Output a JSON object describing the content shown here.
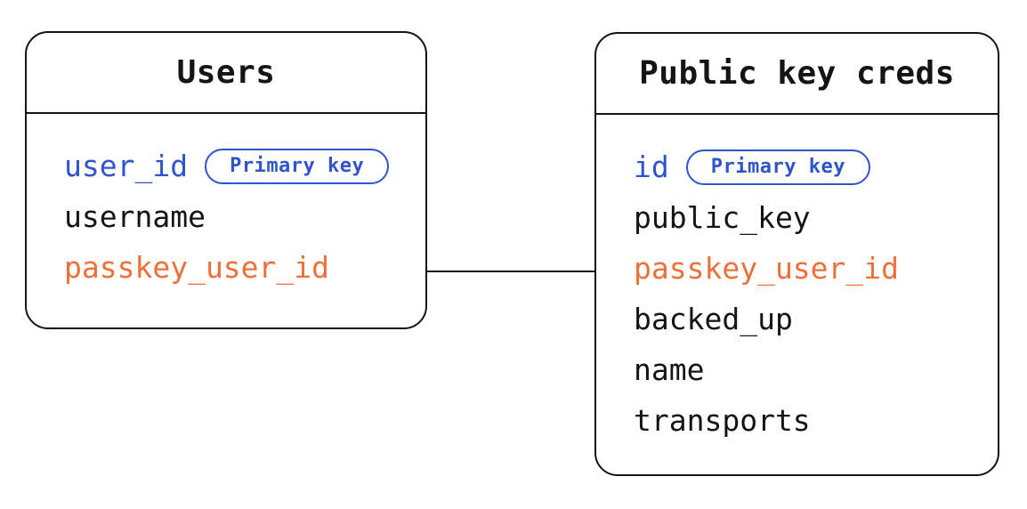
{
  "colors": {
    "ink": "#141414",
    "blue": "#2f54cb",
    "orange": "#ed7038",
    "bg": "#ffffff"
  },
  "tables": [
    {
      "title": "Users",
      "fields": [
        {
          "name": "user_id",
          "badge": "Primary key",
          "color": "blue"
        },
        {
          "name": "username",
          "color": "black"
        },
        {
          "name": "passkey_user_id",
          "color": "orange"
        }
      ]
    },
    {
      "title": "Public key creds",
      "fields": [
        {
          "name": "id",
          "badge": "Primary key",
          "color": "blue"
        },
        {
          "name": "public_key",
          "color": "black"
        },
        {
          "name": "passkey_user_id",
          "color": "orange"
        },
        {
          "name": "backed_up",
          "color": "black"
        },
        {
          "name": "name",
          "color": "black"
        },
        {
          "name": "transports",
          "color": "black"
        }
      ]
    }
  ],
  "relationship": {
    "from_table": "Users",
    "from_field": "passkey_user_id",
    "to_table": "Public key creds",
    "to_field": "passkey_user_id"
  }
}
